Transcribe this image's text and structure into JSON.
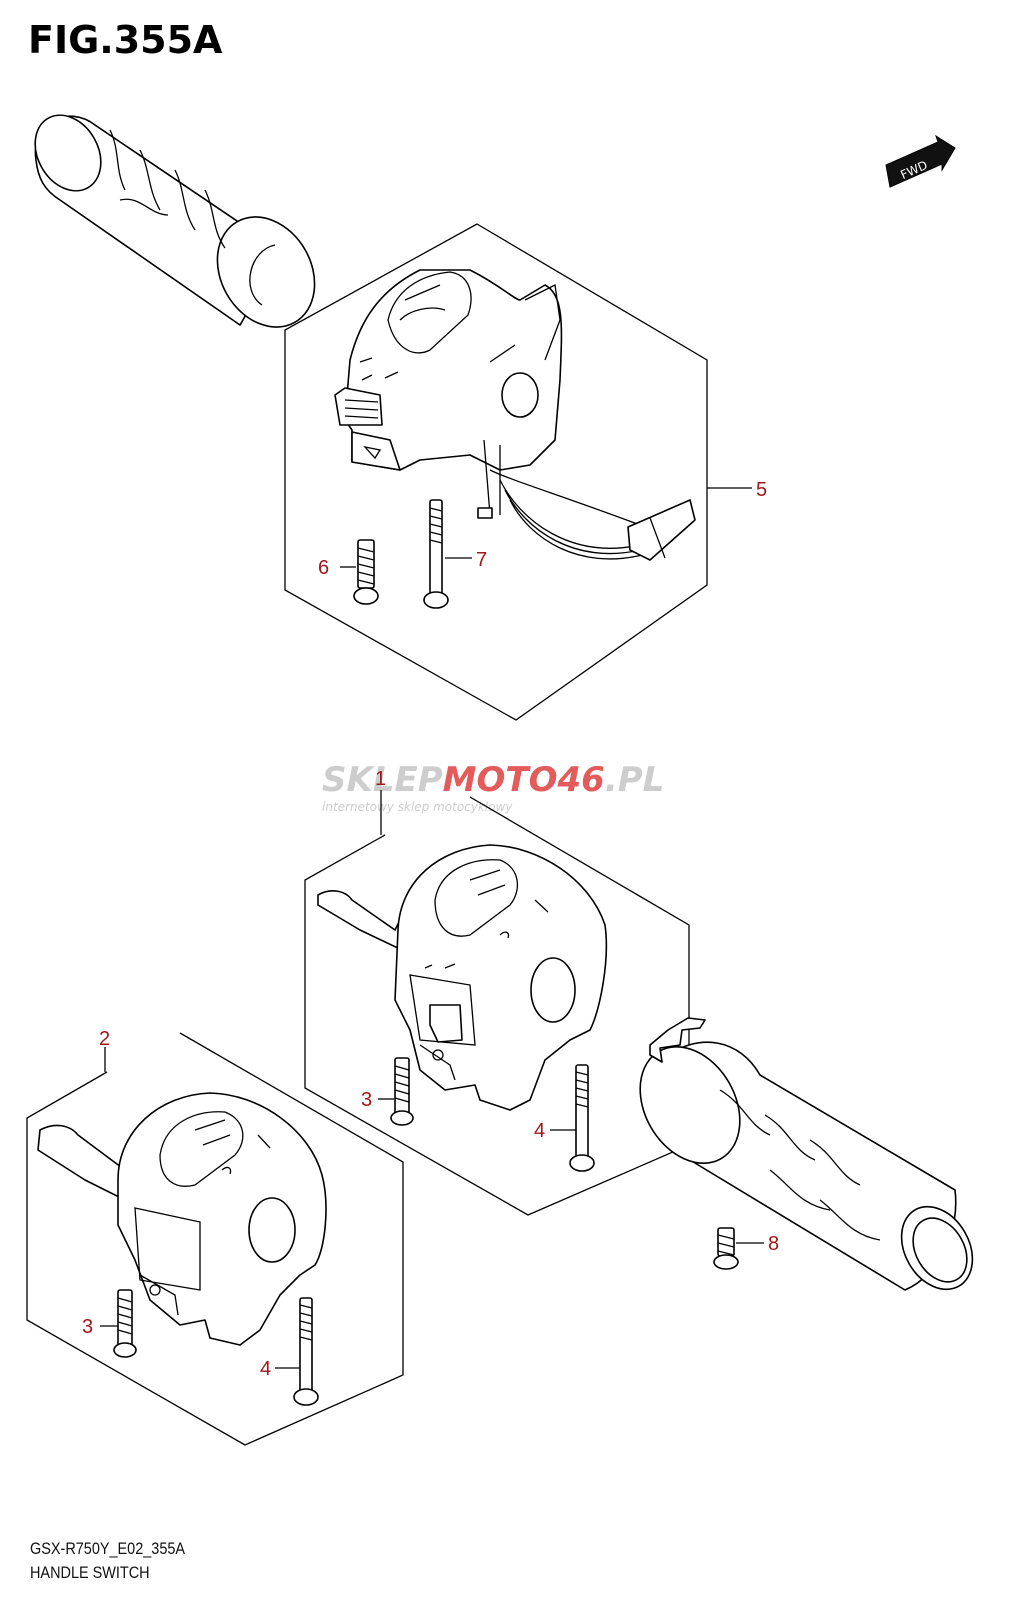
{
  "figure": {
    "title": "FIG.355A",
    "code": "GSX-R750Y_E02_355A",
    "name": "HANDLE SWITCH"
  },
  "direction_badge": {
    "label": "FWD"
  },
  "watermark": {
    "brand_part1": "SKLEP",
    "brand_part2": "MOTO",
    "brand_part3": "46",
    "brand_part4": ".PL",
    "tagline": "internetowy sklep motocyklowy"
  },
  "callouts": [
    "1",
    "2",
    "3",
    "3",
    "4",
    "4",
    "5",
    "6",
    "7",
    "8"
  ],
  "colors": {
    "line": "#000000",
    "callout": "#a01818",
    "watermark_gray": "#c8c8c8",
    "watermark_red": "#e14a4a"
  }
}
